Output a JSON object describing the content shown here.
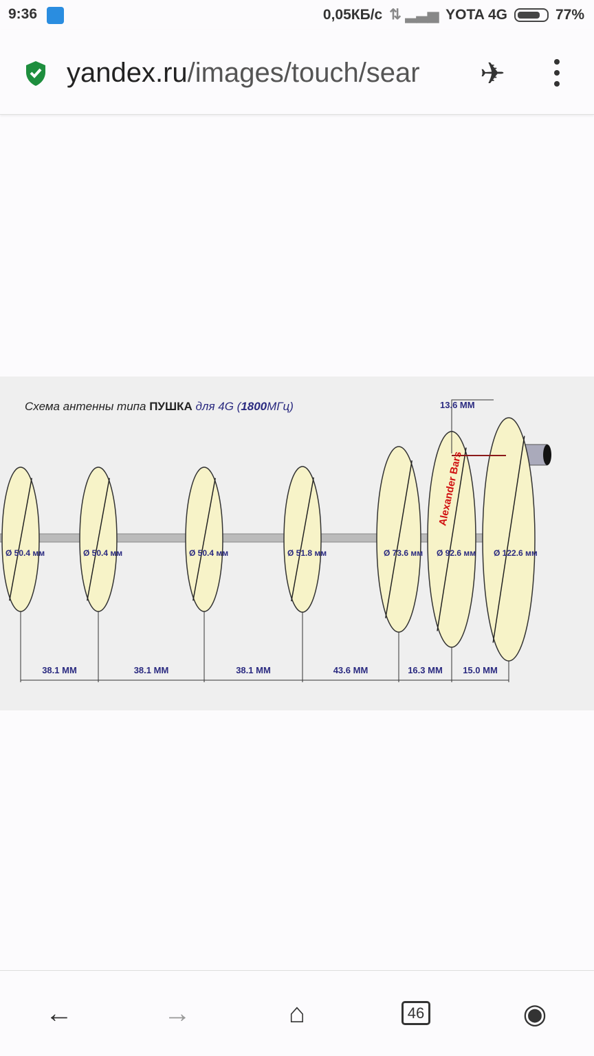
{
  "status": {
    "time": "9:36",
    "speed": "0,05КБ/с",
    "carrier": "YOTA 4G",
    "battery": "77%",
    "battery_level": 0.77
  },
  "browser": {
    "url_host": "yandex.ru",
    "url_path": "/images/touch/sear"
  },
  "diagram": {
    "title_a": "Схема антенны типа ",
    "title_b": "ПУШКА",
    "title_c": " для 4G (",
    "title_d": "1800",
    "title_e": "МГц)",
    "feed_label": "13.6  ММ",
    "author": "Alexander Bars",
    "diameters": [
      "50.4 мм",
      "50.4 мм",
      "50.4 мм",
      "51.8 мм",
      "73.6 мм",
      "92.6 мм",
      "122.6 мм"
    ],
    "spacings": [
      "38.1 ММ",
      "38.1 ММ",
      "38.1 ММ",
      "43.6 ММ",
      "16.3 ММ",
      "15.0 ММ"
    ]
  },
  "nav": {
    "tabs_count": "46"
  }
}
